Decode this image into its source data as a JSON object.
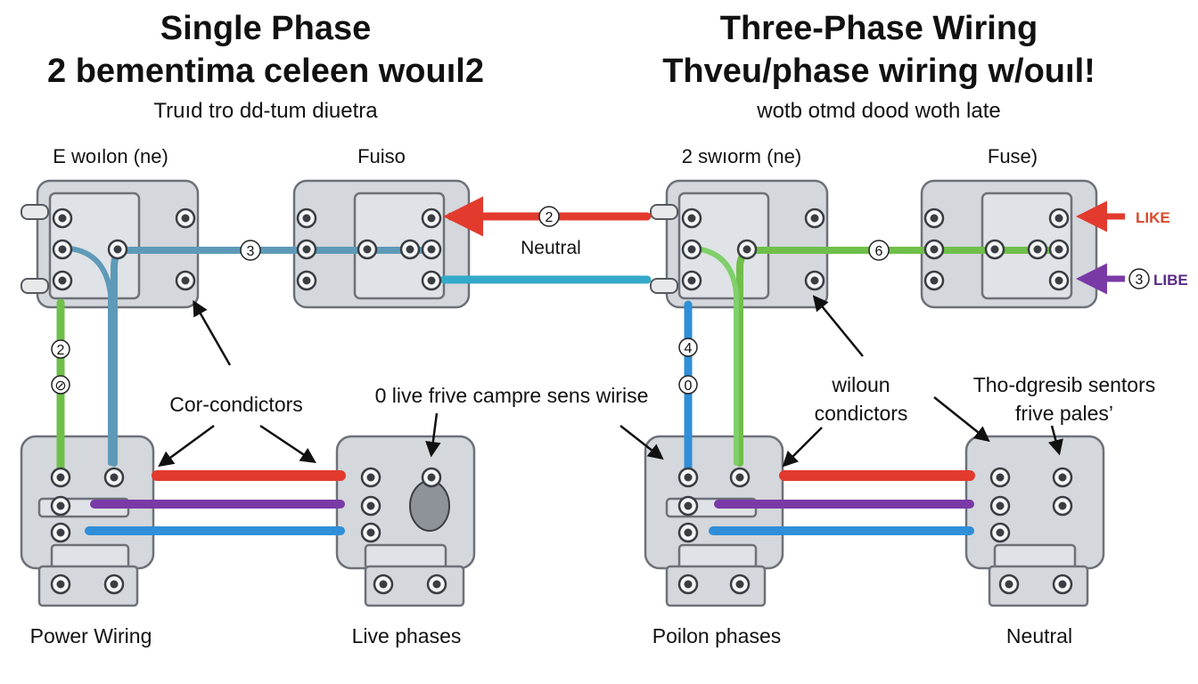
{
  "colors": {
    "red": "#e23b2e",
    "blue": "#2f8fd8",
    "teal": "#35a9c9",
    "cable_blue_gray": "#5e9ab8",
    "green": "#6fbf4a",
    "purple": "#7a3aa6",
    "label_red": "#d84a2a",
    "label_purple": "#5b2a86"
  },
  "left": {
    "title": "Single Phase",
    "subtitle": "2 bementima celeen wouıl2",
    "caption": "Truıd tro dd-tum diuetra",
    "box_label_1": "E woılon (ne)",
    "box_label_2": "Fuiso",
    "callout": "Cor-condictors",
    "live_text": "0 live frive campre sens wirise",
    "bottom_label_1": "Power Wiring",
    "bottom_label_2": "Live phases",
    "badge_3": "3",
    "badge_2": "2",
    "badge_small": "⊘"
  },
  "center": {
    "badge_2": "2",
    "neutral_label": "Neutral"
  },
  "right": {
    "title": "Three-Phase Wiring",
    "subtitle": "Thveu/phase wiring w/ouıl!",
    "caption": "wotb otmd dood woth late",
    "box_label_1": "2 swıorm (ne)",
    "box_label_2": "Fuse)",
    "callout_line1": "wiloun",
    "callout_line2": "condictors",
    "sentors_line1": "Tho-dgresib sentors",
    "sentors_line2": "frive pales’",
    "label_like": "LIKE",
    "label_libe": "LIBE",
    "badge_3": "3",
    "badge_6": "6",
    "badge_4": "4",
    "badge_0": "0",
    "bottom_label_1": "Poilon phases",
    "bottom_label_2": "Neutral"
  }
}
